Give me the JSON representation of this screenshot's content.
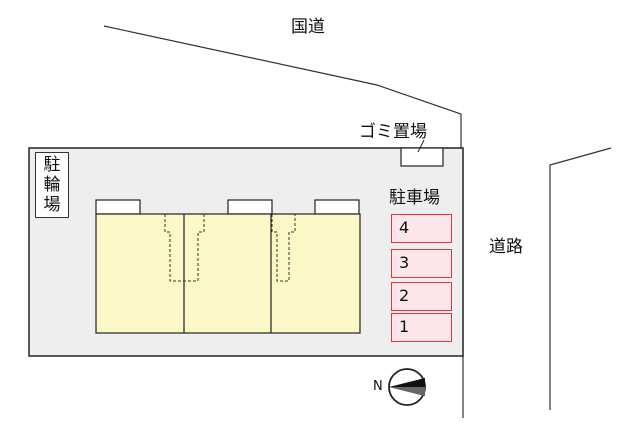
{
  "labels": {
    "national_road": "国道",
    "garbage": "ゴミ置場",
    "road": "道路",
    "parking": "駐車場",
    "compass_letter": "N"
  },
  "bicycle_parking": [
    "駐",
    "輪",
    "場"
  ],
  "parking_stalls": [
    "4",
    "3",
    "2",
    "1"
  ],
  "colors": {
    "site_fill": "#eeeeee",
    "building_fill": "#fbf7c6",
    "stall_fill": "#fde6ea",
    "stall_border": "#e0343f"
  }
}
